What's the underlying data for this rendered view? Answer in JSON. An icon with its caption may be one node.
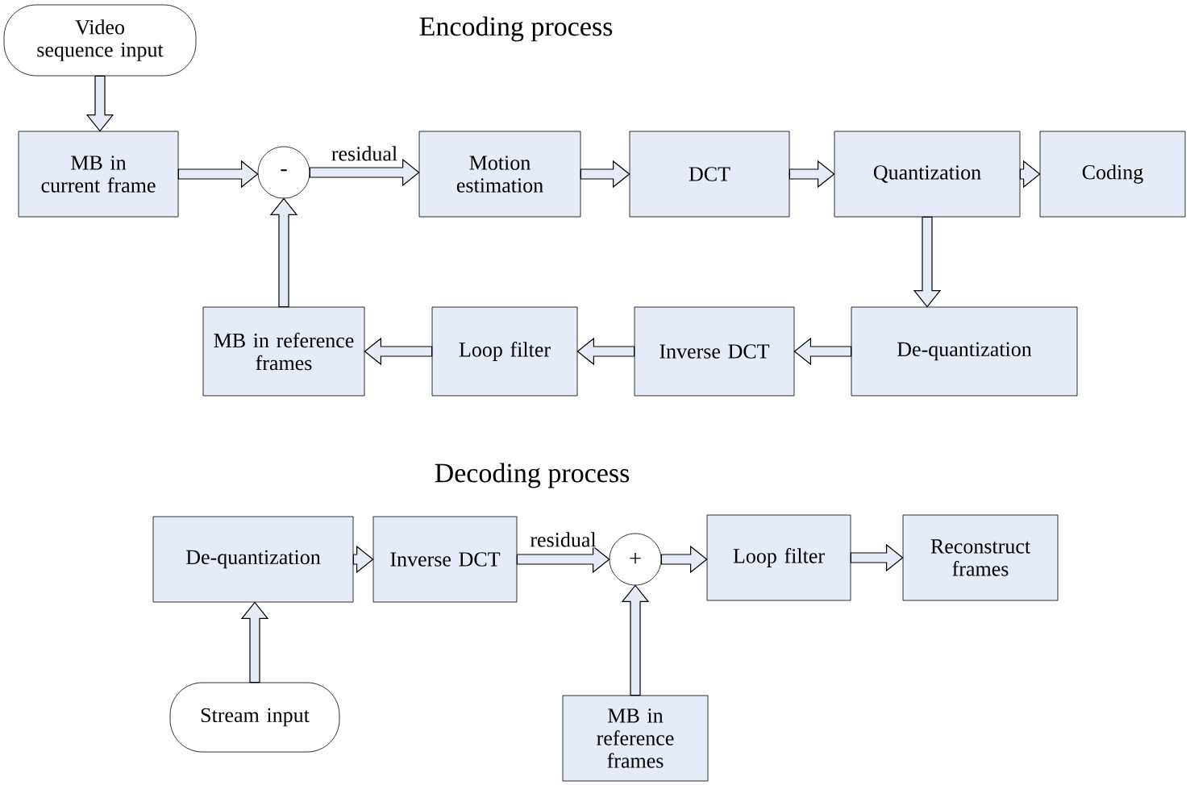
{
  "diagram": {
    "nodes": [
      {
        "text": [
          "Video sequence input"
        ]
      },
      {
        "text": [
          "MB in current frame"
        ]
      },
      {
        "text": [
          "-"
        ]
      },
      {
        "text": [
          "Motion estimation"
        ]
      },
      {
        "text": [
          "DCT"
        ]
      },
      {
        "text": [
          "Quantization"
        ]
      },
      {
        "text": [
          "Coding"
        ]
      },
      {
        "text": [
          "MB in reference frames"
        ]
      },
      {
        "text": [
          "Loop filter"
        ]
      },
      {
        "text": [
          "Inverse DCT"
        ]
      },
      {
        "text": [
          "De-quantization"
        ]
      },
      {
        "text": [
          "Stream input"
        ]
      },
      {
        "text": [
          "De-quantization"
        ]
      },
      {
        "text": [
          "Inverse DCT"
        ]
      },
      {
        "text": [
          "+"
        ]
      },
      {
        "text": [
          "Loop filter"
        ]
      },
      {
        "text": [
          "Reconstruct frames"
        ]
      },
      {
        "text": [
          "MB in reference frames"
        ]
      }
    ],
    "edges": [
      {
        "from": 0,
        "to": 1,
        "arrow": "to"
      },
      {
        "from": 1,
        "to": 2,
        "arrow": "to"
      },
      {
        "from": 2,
        "to": 3,
        "arrow": "to",
        "label": "residual"
      },
      {
        "from": 3,
        "to": 4,
        "arrow": "to"
      },
      {
        "from": 4,
        "to": 5,
        "arrow": "to"
      },
      {
        "from": 5,
        "to": 6,
        "arrow": "to"
      },
      {
        "from": 5,
        "to": 10,
        "arrow": "to"
      },
      {
        "from": 10,
        "to": 9,
        "arrow": "to"
      },
      {
        "from": 9,
        "to": 8,
        "arrow": "to"
      },
      {
        "from": 8,
        "to": 7,
        "arrow": "to"
      },
      {
        "from": 7,
        "to": 2,
        "arrow": "to"
      },
      {
        "from": 11,
        "to": 12,
        "arrow": "to"
      },
      {
        "from": 12,
        "to": 13,
        "arrow": "to"
      },
      {
        "from": 13,
        "to": 14,
        "arrow": "to",
        "label": "residual"
      },
      {
        "from": 14,
        "to": 15,
        "arrow": "to"
      },
      {
        "from": 15,
        "to": 16,
        "arrow": "to"
      },
      {
        "from": 17,
        "to": 14,
        "arrow": "to"
      }
    ],
    "labels": [
      "Encoding process",
      "Decoding process"
    ]
  }
}
